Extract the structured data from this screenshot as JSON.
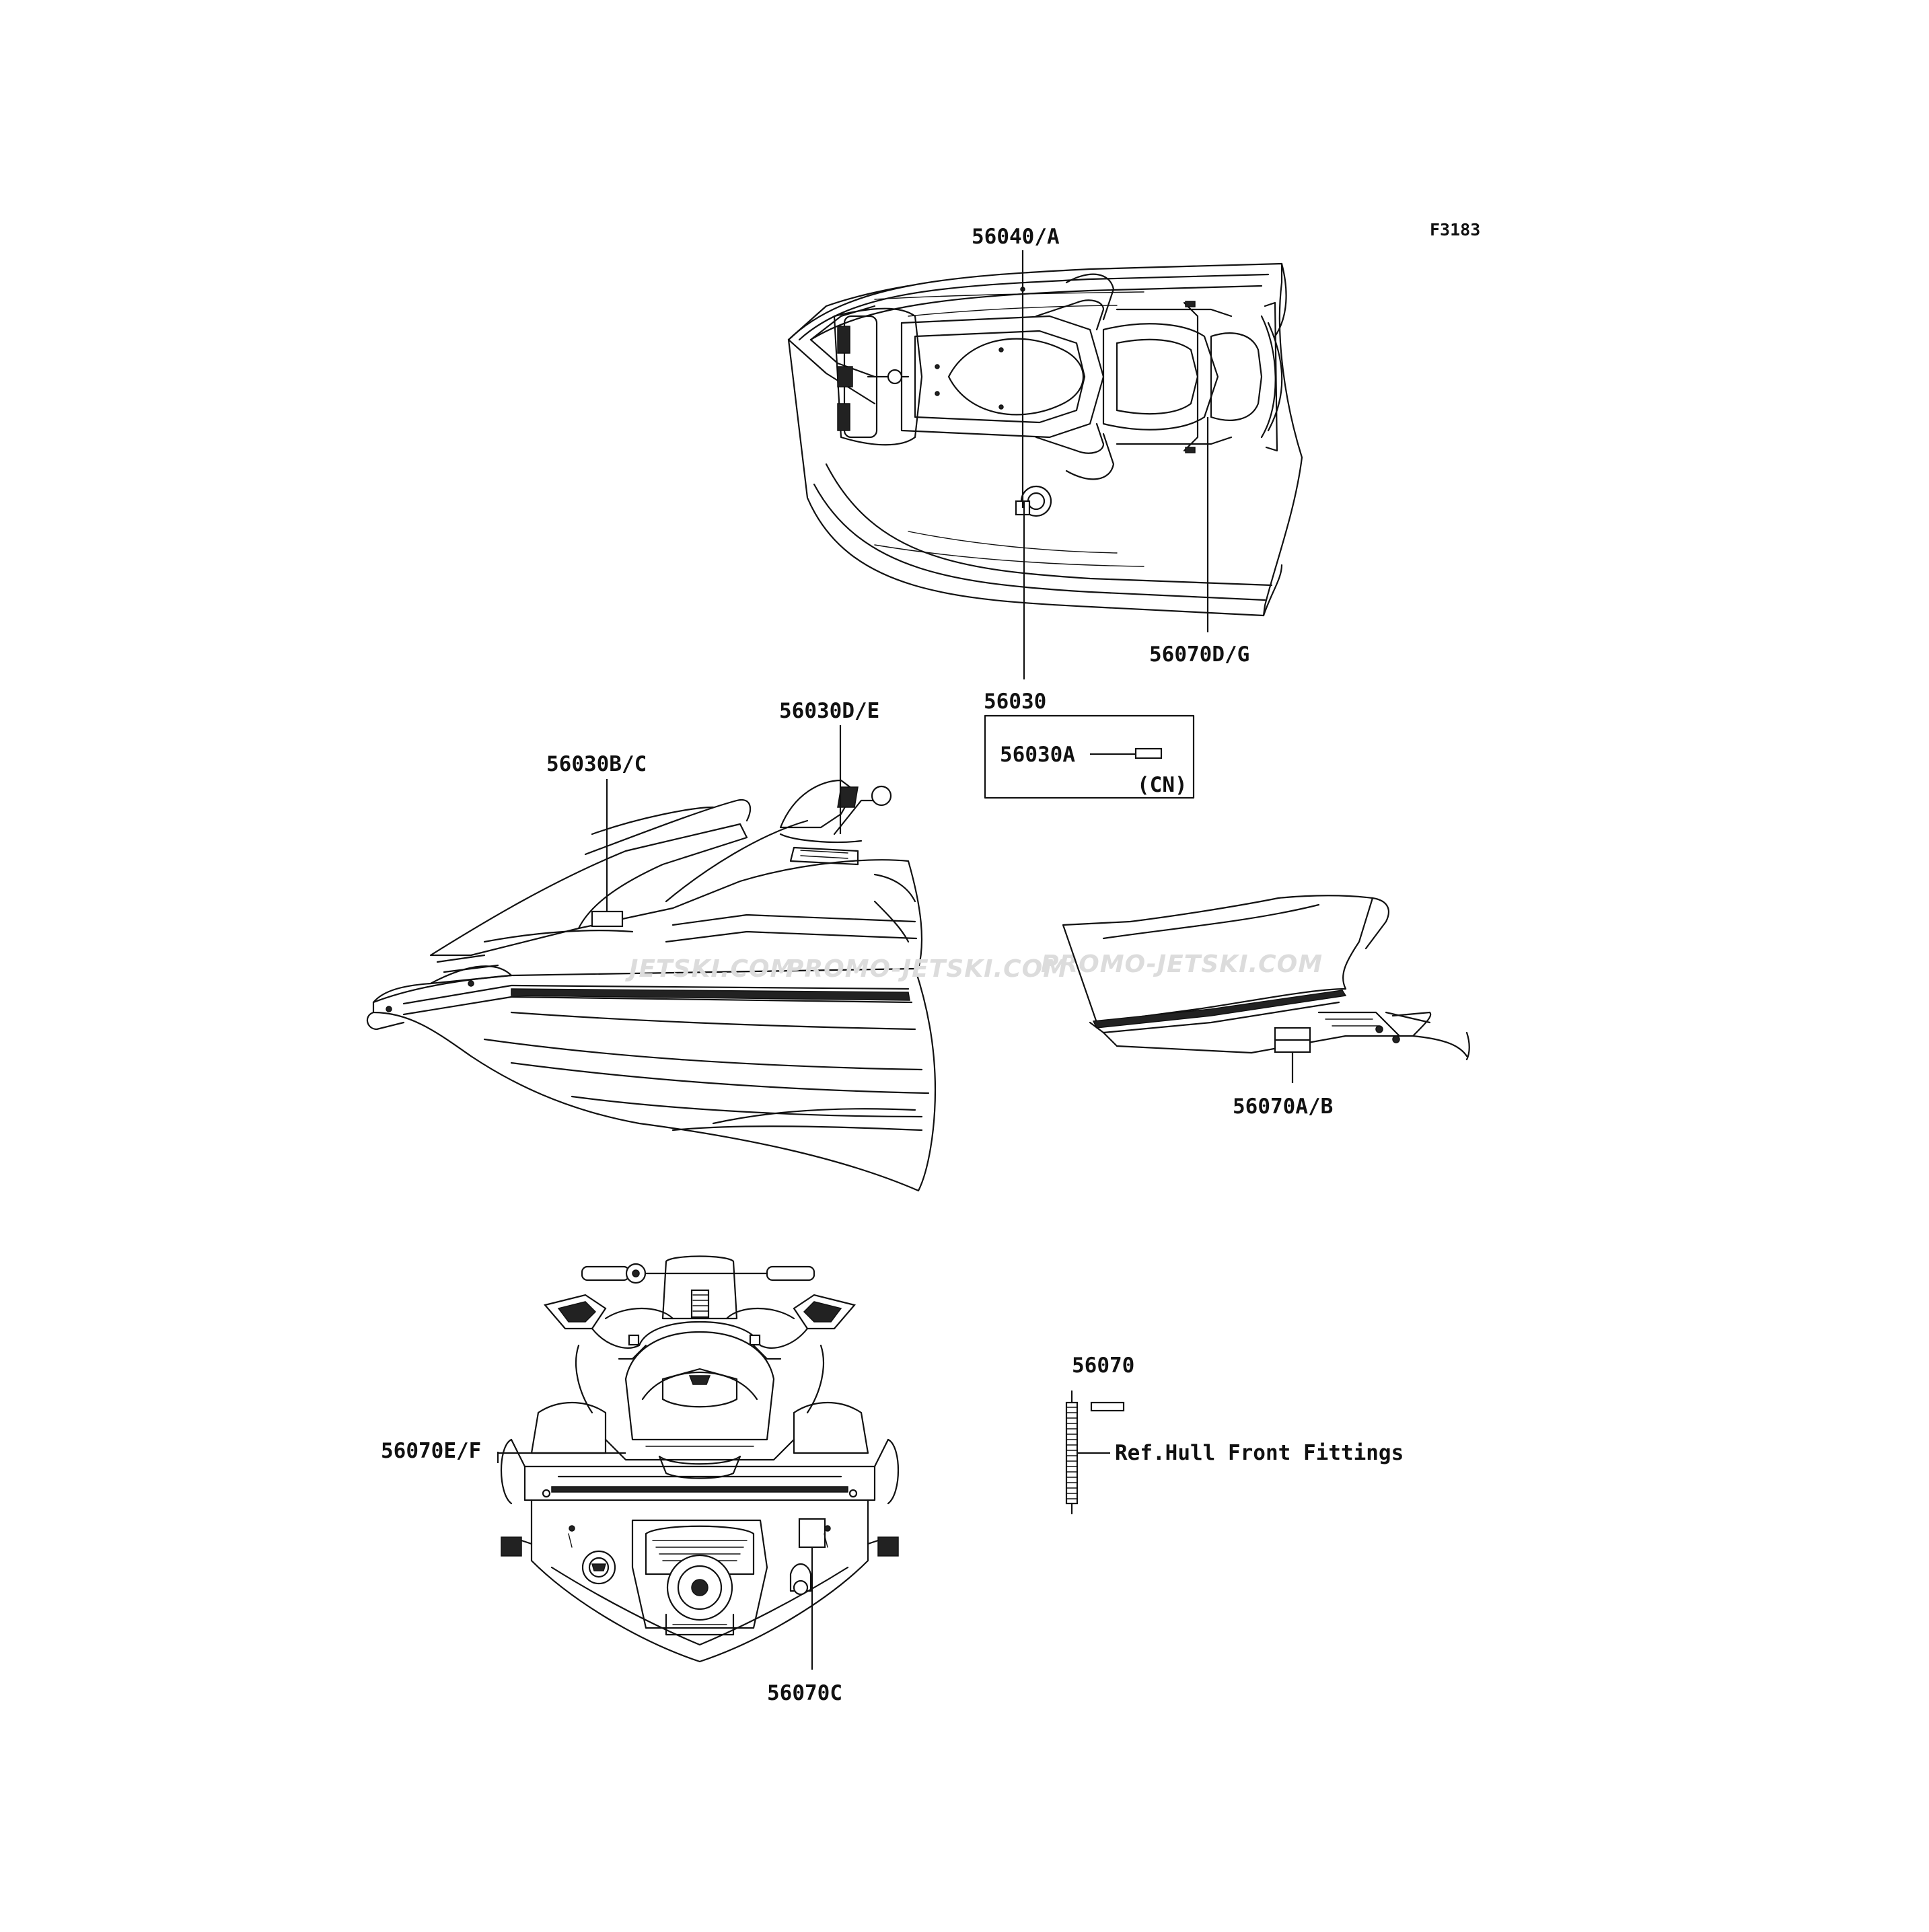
{
  "figure_code": "F3183",
  "watermark": {
    "segments": [
      "JETSKI.COM",
      "PROMO-JETSKI.COM",
      "PROMO-JETSKI.COM"
    ]
  },
  "callouts": {
    "c_56040_A": "56040/A",
    "c_56070D_G": "56070D/G",
    "c_56030": "56030",
    "c_56030A": "56030A",
    "c_cn": "(CN)",
    "c_56030D_E": "56030D/E",
    "c_56030B_C": "56030B/C",
    "c_56070A_B": "56070A/B",
    "c_56070E_F": "56070E/F",
    "c_56070C": "56070C",
    "c_56070": "56070",
    "c_ref_hull": "Ref.Hull Front Fittings"
  }
}
